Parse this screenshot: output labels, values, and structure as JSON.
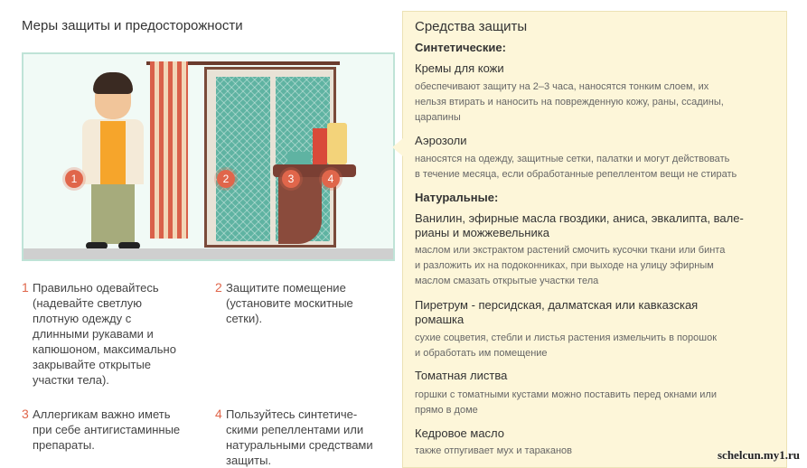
{
  "left": {
    "title": "Меры защиты и предосторожности",
    "markers": [
      "1",
      "2",
      "3",
      "4"
    ],
    "tips": [
      {
        "num": "1",
        "text": "Правильно одевайтесь\n(надевайте светлую\nплотную одежду с\nдлинными рукавами и\nкапюшоном, максимально\nзакрывайте открытые\nучастки тела)."
      },
      {
        "num": "2",
        "text": "Защитите помещение\n(установите москитные\nсетки)."
      },
      {
        "num": "3",
        "text": "Аллергикам важно иметь\nпри себе антигистаминные\nпрепараты."
      },
      {
        "num": "4",
        "text": "Пользуйтесь синтетиче-\nскими репеллентами или\nнатуральными средствами\nзащиты."
      }
    ]
  },
  "right": {
    "title": "Средства защиты",
    "synthetic_label": "Синтетические:",
    "synthetic": [
      {
        "name": "Кремы для кожи",
        "desc": "обеспечивают защиту на 2–3 часа, наносятся тонким слоем, их\nнельзя втирать и наносить на поврежденную кожу, раны, ссадины,\nцарапины"
      },
      {
        "name": "Аэрозоли",
        "desc": "наносятся на одежду, защитные сетки, палатки и могут действовать\nв течение месяца, если обработанные репеллентом вещи не стирать"
      }
    ],
    "natural_label": "Натуральные:",
    "natural": [
      {
        "name": "Ванилин, эфирные масла гвоздики, аниса, эвкалипта, вале-\nрианы и можжевельника",
        "desc": "маслом или экстрактом растений смочить кусочки ткани или бинта\nи разложить их на подоконниках, при выходе на улицу эфирным\nмаслом смазать открытые участки тела"
      },
      {
        "name": "Пиретрум - персидская, далматская или кавказская\nромашка",
        "desc": "сухие соцветия, стебли и листья растения измельчить в порошок\nи обработать им помещение"
      },
      {
        "name": "Томатная листва",
        "desc": "горшки с томатными кустами можно поставить перед окнами или\nпрямо в доме"
      },
      {
        "name": "Кедровое масло",
        "desc": "также отпугивает мух и тараканов"
      }
    ]
  },
  "watermark": "schelcun.my1.ru"
}
